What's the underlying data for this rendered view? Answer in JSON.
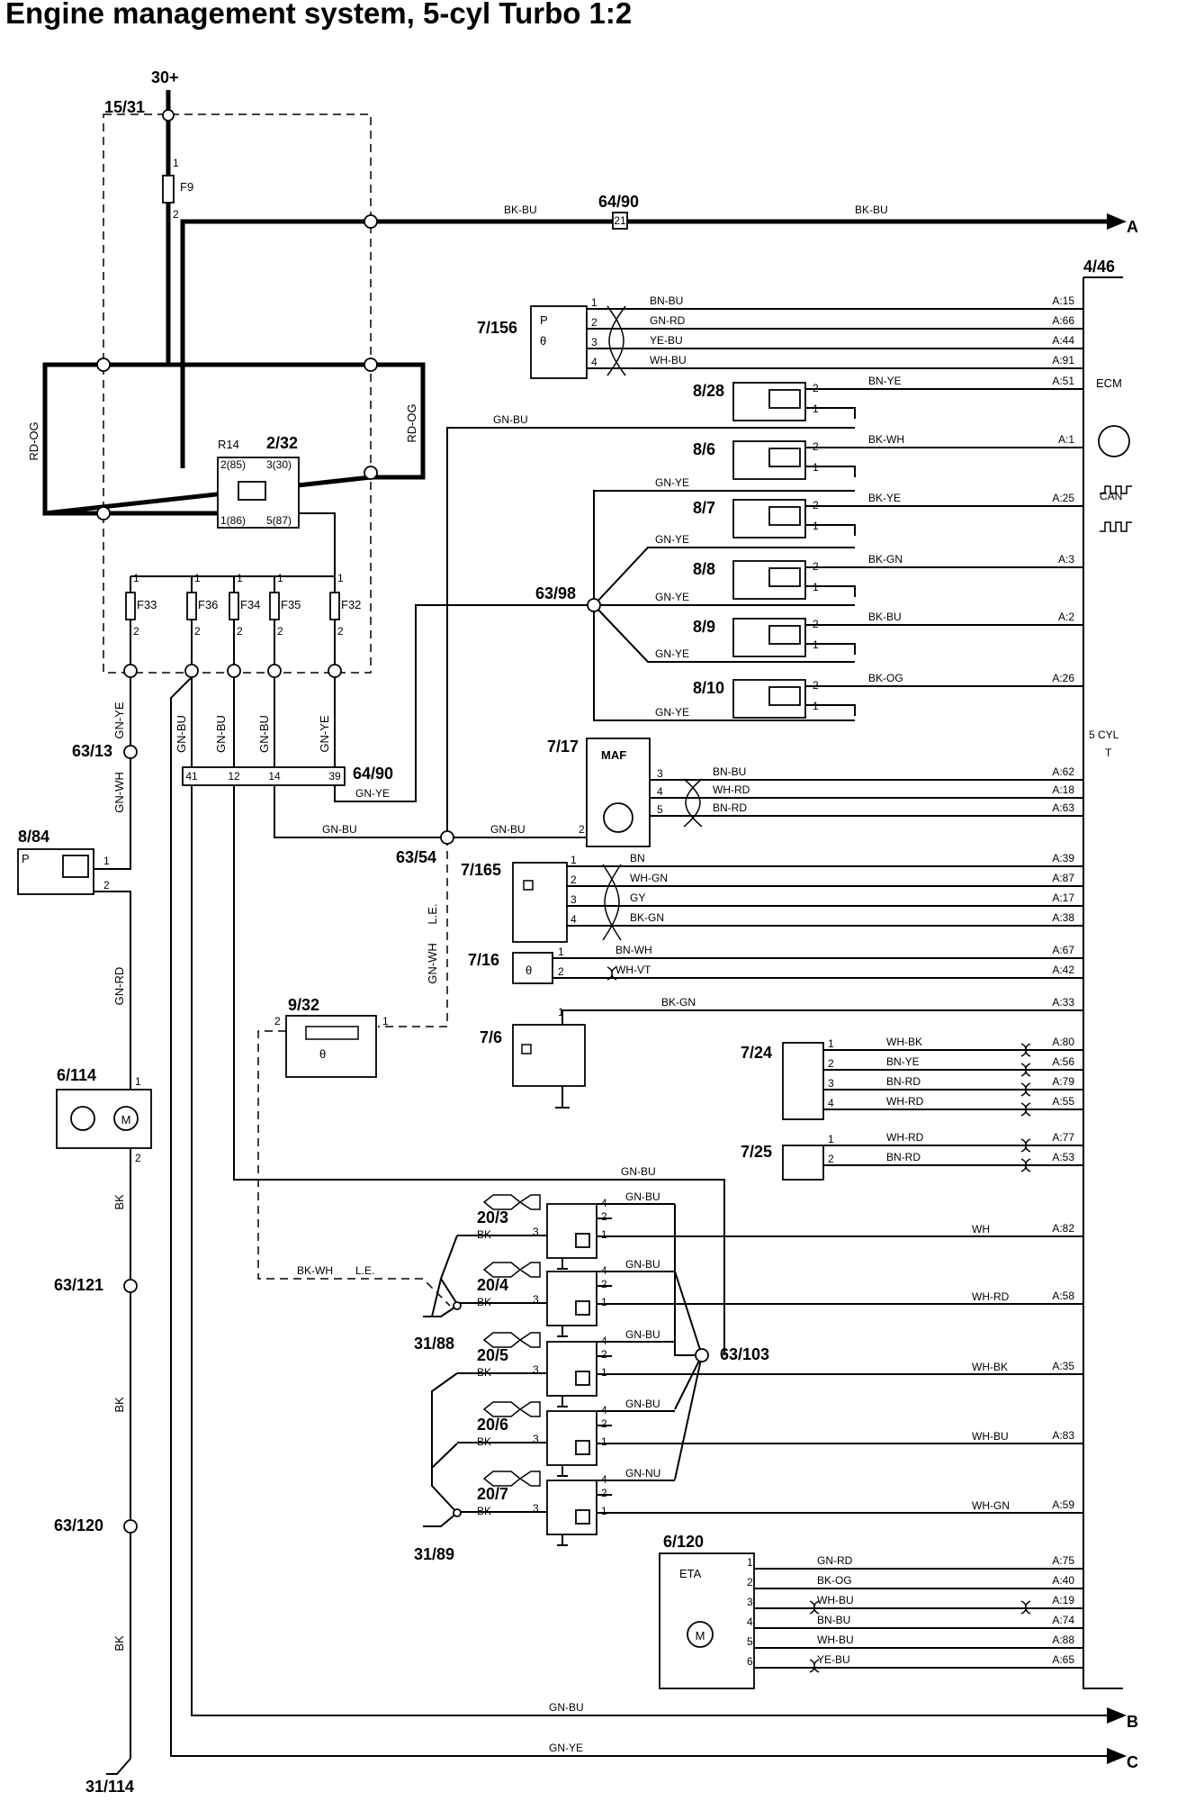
{
  "title": "Engine management system, 5-cyl Turbo 1:2",
  "supply": "30+",
  "outputs": [
    "A",
    "B",
    "C"
  ],
  "ecm": {
    "code": "4/46",
    "label": "ECM",
    "can": "CAN",
    "type": "5 CYL\nT"
  },
  "fusebox": {
    "code": "15/31",
    "main_fuse": "F9",
    "relay_code": "2/32",
    "relay": "R14",
    "relay_pins": [
      "2(85)",
      "3(30)",
      "1(86)",
      "5(87)"
    ],
    "wire_rd_og": "RD-OG",
    "fuses": [
      "F33",
      "F36",
      "F34",
      "F35",
      "F32"
    ]
  },
  "connectors": {
    "c6490": "64/90",
    "c6490_pin": "21",
    "c6490_pins": [
      "41",
      "12",
      "14",
      "39"
    ],
    "c6398": "63/98",
    "c6354": "63/54",
    "c6313": "63/13",
    "c63103": "63/103",
    "c63121": "63/121",
    "c63120": "63/120",
    "g3188": "31/88",
    "g3189": "31/89",
    "g31114": "31/114"
  },
  "main_wire": "BK-BU",
  "sensor_7156": {
    "code": "7/156",
    "pins": [
      {
        "p": "1",
        "color": "BN-BU",
        "ecm": "A:15"
      },
      {
        "p": "2",
        "color": "GN-RD",
        "ecm": "A:66"
      },
      {
        "p": "3",
        "color": "YE-BU",
        "ecm": "A:44"
      },
      {
        "p": "4",
        "color": "WH-BU",
        "ecm": "A:91"
      }
    ]
  },
  "injectors": [
    {
      "code": "8/28",
      "color": "BN-YE",
      "ecm": "A:51",
      "feed": "GN-BU"
    },
    {
      "code": "8/6",
      "color": "BK-WH",
      "ecm": "A:1",
      "feed": "GN-YE"
    },
    {
      "code": "8/7",
      "color": "BK-YE",
      "ecm": "A:25",
      "feed": "GN-YE"
    },
    {
      "code": "8/8",
      "color": "BK-GN",
      "ecm": "A:3",
      "feed": "GN-YE"
    },
    {
      "code": "8/9",
      "color": "BK-BU",
      "ecm": "A:2",
      "feed": "GN-YE"
    },
    {
      "code": "8/10",
      "color": "BK-OG",
      "ecm": "A:26",
      "feed": "GN-YE"
    }
  ],
  "maf": {
    "code": "7/17",
    "label": "MAF",
    "pins": [
      {
        "p": "3",
        "color": "BN-BU",
        "ecm": "A:62"
      },
      {
        "p": "4",
        "color": "WH-RD",
        "ecm": "A:18"
      },
      {
        "p": "5",
        "color": "BN-RD",
        "ecm": "A:63"
      }
    ],
    "feed": "GN-BU",
    "feed_pin": "2"
  },
  "sensor_7165": {
    "code": "7/165",
    "pins": [
      {
        "p": "1",
        "color": "BN",
        "ecm": "A:39"
      },
      {
        "p": "2",
        "color": "WH-GN",
        "ecm": "A:87"
      },
      {
        "p": "3",
        "color": "GY",
        "ecm": "A:17"
      },
      {
        "p": "4",
        "color": "BK-GN",
        "ecm": "A:38"
      }
    ]
  },
  "sensor_716": {
    "code": "7/16",
    "pins": [
      {
        "p": "1",
        "color": "BN-WH",
        "ecm": "A:67"
      },
      {
        "p": "2",
        "color": "WH-VT",
        "ecm": "A:42"
      }
    ]
  },
  "sensor_76": {
    "code": "7/6",
    "pins": [
      {
        "p": "1",
        "color": "BK-GN",
        "ecm": "A:33"
      }
    ]
  },
  "sensor_724": {
    "code": "7/24",
    "pins": [
      {
        "p": "1",
        "color": "WH-BK",
        "ecm": "A:80"
      },
      {
        "p": "2",
        "color": "BN-YE",
        "ecm": "A:56"
      },
      {
        "p": "3",
        "color": "BN-RD",
        "ecm": "A:79"
      },
      {
        "p": "4",
        "color": "WH-RD",
        "ecm": "A:55"
      }
    ]
  },
  "sensor_725": {
    "code": "7/25",
    "pins": [
      {
        "p": "1",
        "color": "WH-RD",
        "ecm": "A:77"
      },
      {
        "p": "2",
        "color": "BN-RD",
        "ecm": "A:53"
      }
    ]
  },
  "comp_932": {
    "code": "9/32",
    "pin1": "1",
    "pin2": "2"
  },
  "comp_884": {
    "code": "8/84",
    "p": "P"
  },
  "pump_6114": {
    "code": "6/114"
  },
  "coils": [
    {
      "code": "20/3",
      "gnd": "BK",
      "sig": "WH",
      "ecm": "A:82",
      "feed": "GN-BU"
    },
    {
      "code": "20/4",
      "gnd": "BK",
      "sig": "WH-RD",
      "ecm": "A:58",
      "feed": "GN-BU"
    },
    {
      "code": "20/5",
      "gnd": "BK",
      "sig": "WH-BK",
      "ecm": "A:35",
      "feed": "GN-BU"
    },
    {
      "code": "20/6",
      "gnd": "BK",
      "sig": "WH-BU",
      "ecm": "A:83",
      "feed": "GN-BU"
    },
    {
      "code": "20/7",
      "gnd": "BK",
      "sig": "WH-GN",
      "ecm": "A:59",
      "feed": "GN-NU"
    }
  ],
  "coil_pins": [
    "4",
    "2",
    "3",
    "1"
  ],
  "eta": {
    "code": "6/120",
    "label": "ETA",
    "pins": [
      {
        "p": "1",
        "color": "GN-RD",
        "ecm": "A:75"
      },
      {
        "p": "2",
        "color": "BK-OG",
        "ecm": "A:40"
      },
      {
        "p": "3",
        "color": "WH-BU",
        "ecm": "A:19"
      },
      {
        "p": "4",
        "color": "BN-BU",
        "ecm": "A:74"
      },
      {
        "p": "5",
        "color": "WH-BU",
        "ecm": "A:88"
      },
      {
        "p": "6",
        "color": "YE-BU",
        "ecm": "A:65"
      }
    ]
  },
  "wires": {
    "gn_ye": "GN-YE",
    "gn_wh": "GN-WH",
    "gn_rd": "GN-RD",
    "gn_bu": "GN-BU",
    "bk": "BK",
    "bk_wh": "BK-WH",
    "le": "L.E."
  }
}
